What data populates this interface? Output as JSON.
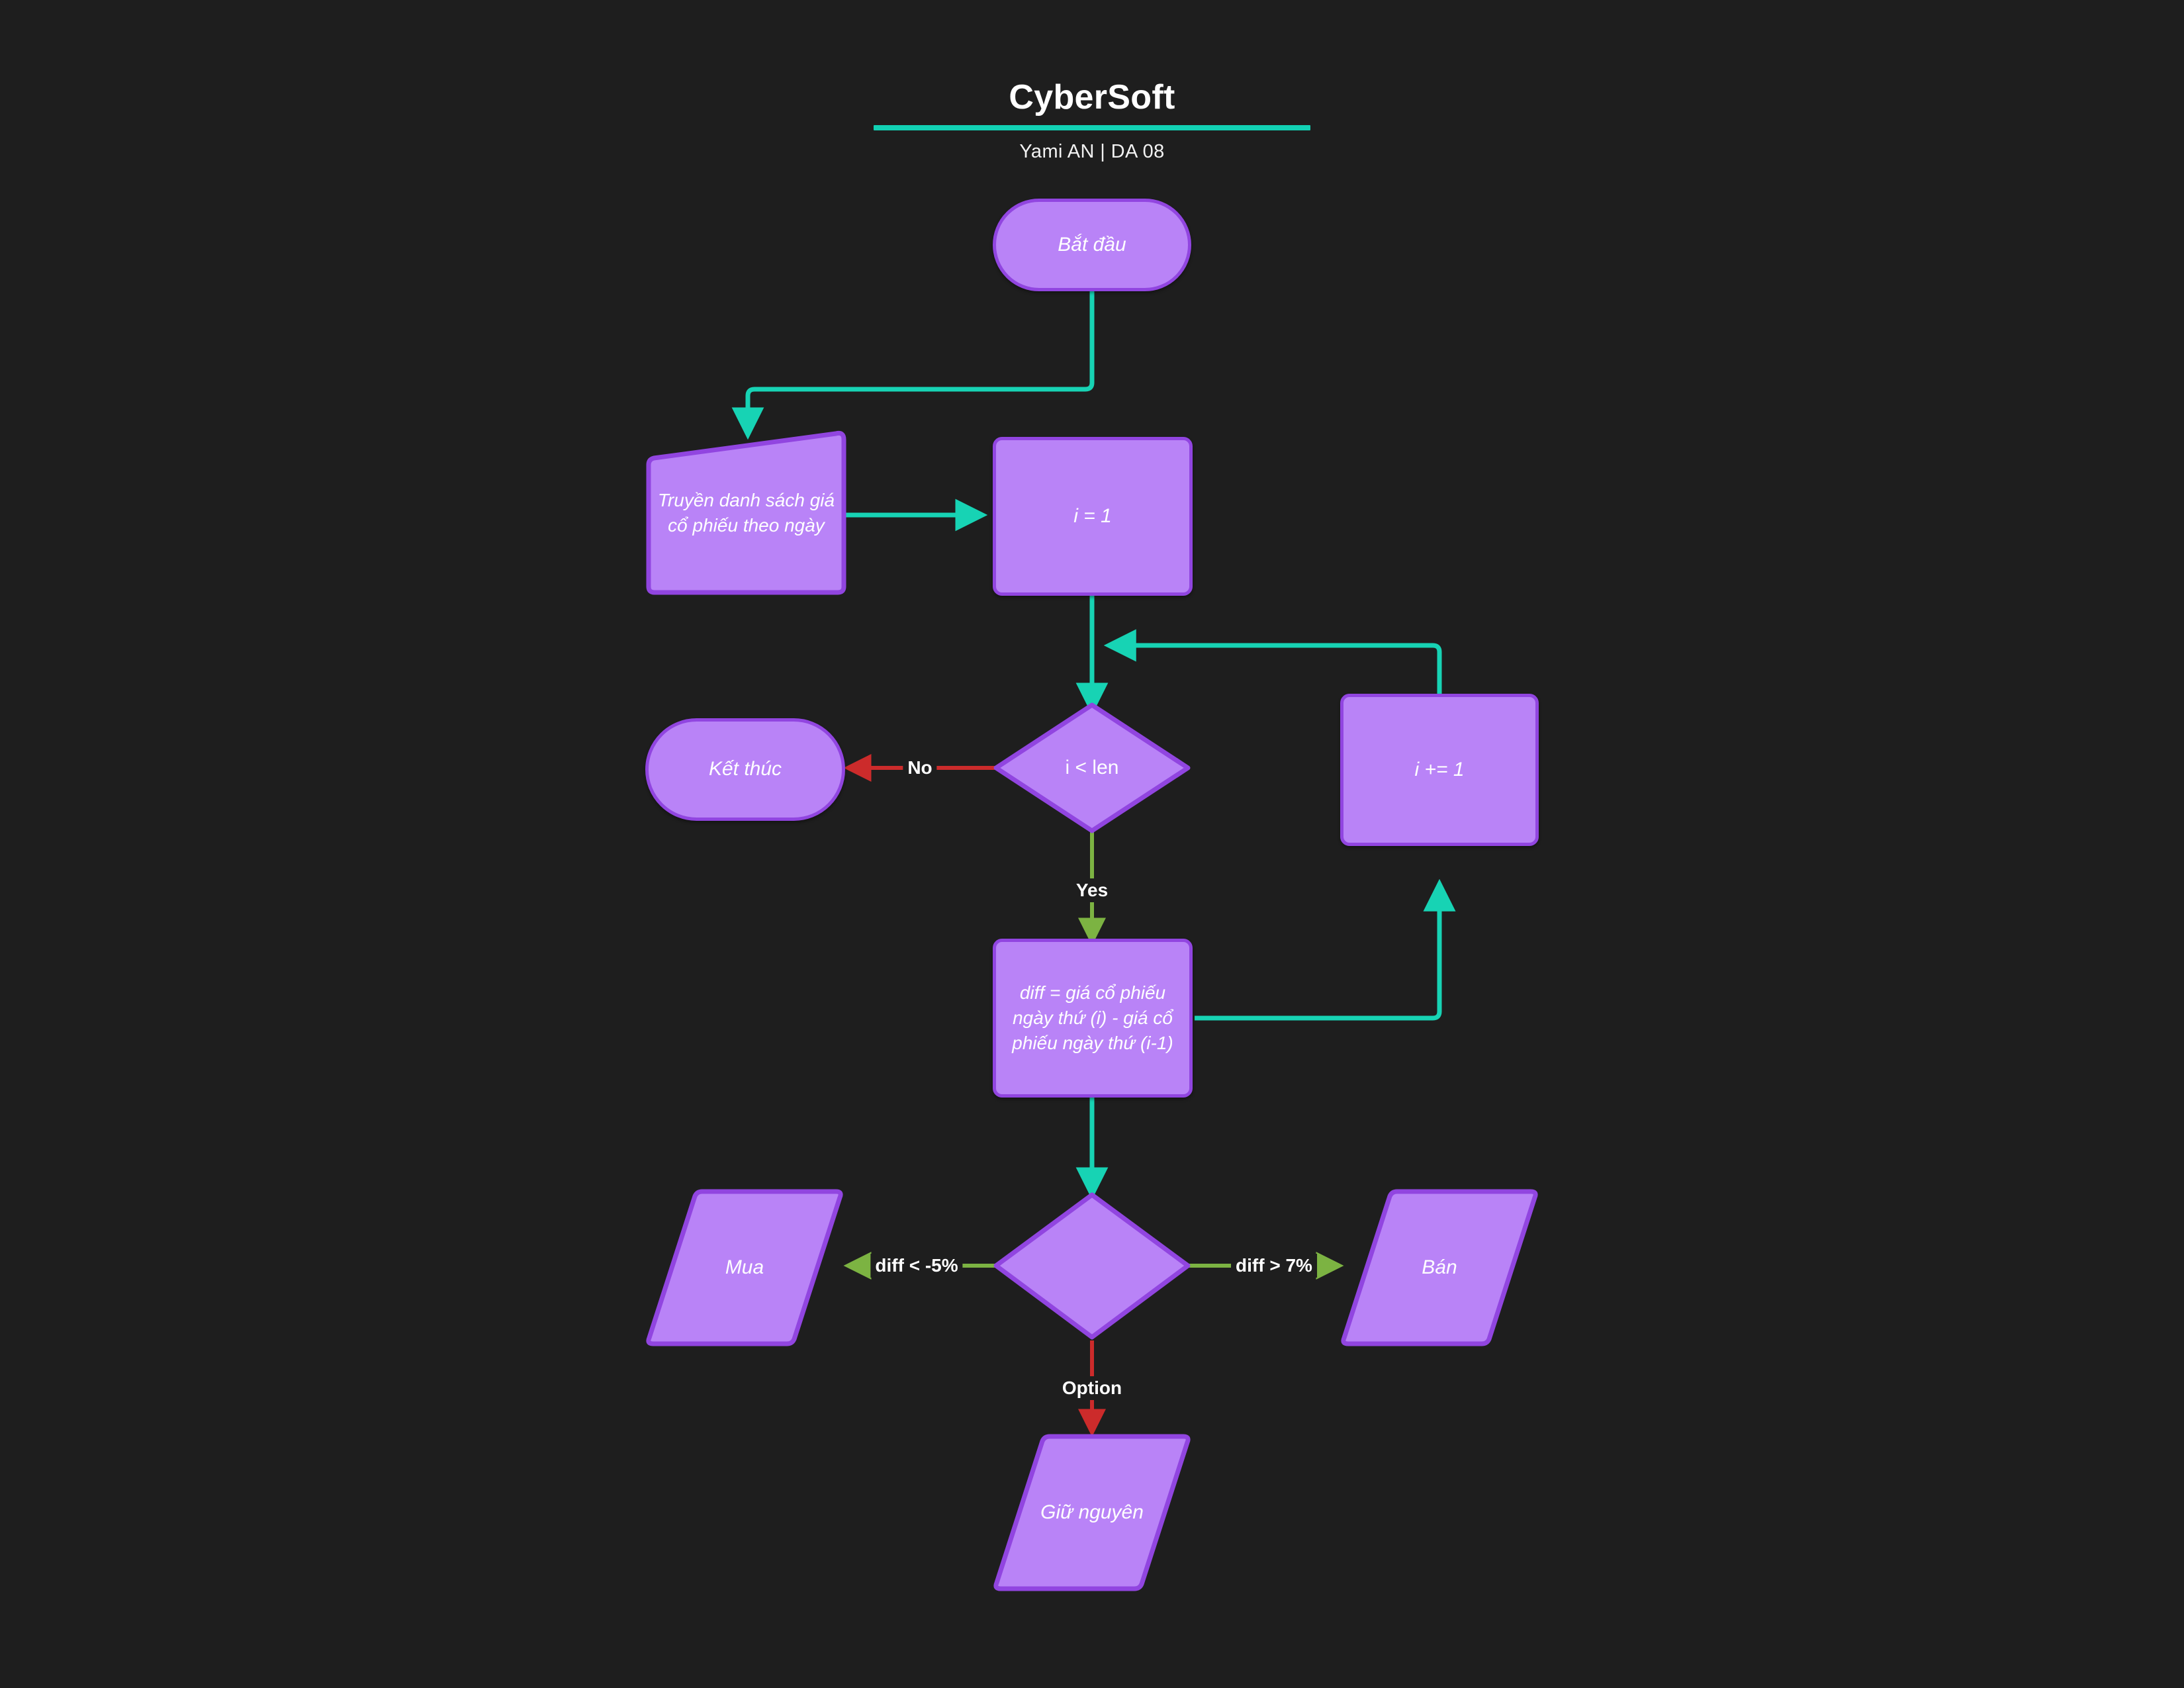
{
  "header": {
    "title": "CyberSoft",
    "subtitle": "Yami AN  |  DA 08",
    "rule_color": "#12d1b4"
  },
  "theme": {
    "background": "#1e1e1e",
    "node_fill": "#b983f7",
    "node_border": "#9145e0",
    "node_text": "#ffffff",
    "edge_teal": "#17d3b4",
    "edge_green": "#7cb342",
    "edge_red": "#cc2b2b"
  },
  "diagram": {
    "type": "flowchart",
    "title": "CyberSoft",
    "nodes": [
      {
        "id": "start",
        "label": "Bắt đầu",
        "shape": "stadium"
      },
      {
        "id": "input",
        "label": "Truyền danh sách giá cổ phiếu theo ngày",
        "shape": "slanted-input"
      },
      {
        "id": "init",
        "label": "i = 1",
        "shape": "rectangle"
      },
      {
        "id": "cond",
        "label": "i < len",
        "shape": "diamond"
      },
      {
        "id": "end",
        "label": "Kết thúc",
        "shape": "stadium"
      },
      {
        "id": "incr",
        "label": "i += 1",
        "shape": "rectangle"
      },
      {
        "id": "diff",
        "label": "diff = giá cổ phiếu ngày thứ (i) - giá cổ phiếu ngày thứ (i-1)",
        "shape": "rectangle"
      },
      {
        "id": "decide",
        "label": "",
        "shape": "diamond"
      },
      {
        "id": "buy",
        "label": "Mua",
        "shape": "parallelogram"
      },
      {
        "id": "sell",
        "label": "Bán",
        "shape": "parallelogram"
      },
      {
        "id": "hold",
        "label": "Giữ nguyên",
        "shape": "parallelogram"
      }
    ],
    "edges": [
      {
        "from": "start",
        "to": "input",
        "label": "",
        "color": "#17d3b4"
      },
      {
        "from": "input",
        "to": "init",
        "label": "",
        "color": "#17d3b4"
      },
      {
        "from": "init",
        "to": "cond",
        "label": "",
        "color": "#17d3b4"
      },
      {
        "from": "cond",
        "to": "end",
        "label": "No",
        "color": "#cc2b2b"
      },
      {
        "from": "cond",
        "to": "diff",
        "label": "Yes",
        "color": "#7cb342"
      },
      {
        "from": "diff",
        "to": "incr",
        "label": "",
        "color": "#17d3b4"
      },
      {
        "from": "incr",
        "to": "cond",
        "label": "",
        "color": "#17d3b4"
      },
      {
        "from": "diff",
        "to": "decide",
        "label": "",
        "color": "#17d3b4"
      },
      {
        "from": "decide",
        "to": "buy",
        "label": "diff < -5%",
        "color": "#7cb342"
      },
      {
        "from": "decide",
        "to": "sell",
        "label": "diff > 7%",
        "color": "#7cb342"
      },
      {
        "from": "decide",
        "to": "hold",
        "label": "Option",
        "color": "#cc2b2b"
      }
    ],
    "edge_labels": {
      "no": "No",
      "yes": "Yes",
      "buy_cond": "diff < -5%",
      "sell_cond": "diff > 7%",
      "hold_cond": "Option"
    }
  }
}
